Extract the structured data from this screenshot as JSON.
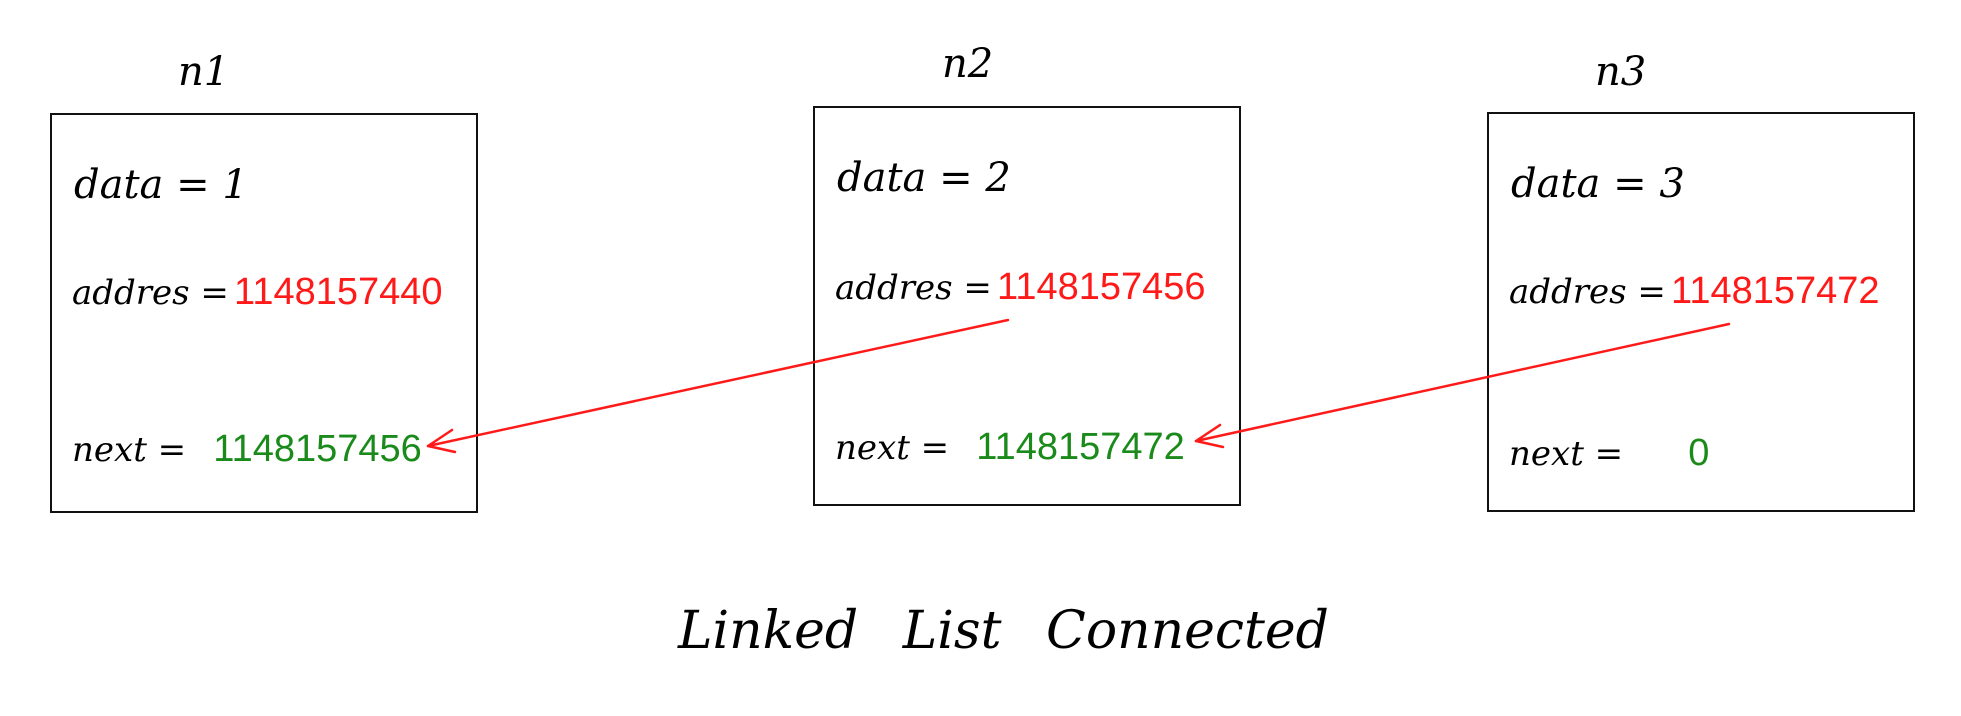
{
  "nodes": [
    {
      "label": "n1",
      "data_label": "data =",
      "data_value": "1",
      "address_label": "addres =",
      "address_value": "1148157440",
      "next_label": "next =",
      "next_value": "1148157456"
    },
    {
      "label": "n2",
      "data_label": "data =",
      "data_value": "2",
      "address_label": "addres =",
      "address_value": "1148157456",
      "next_label": "next =",
      "next_value": "1148157472"
    },
    {
      "label": "n3",
      "data_label": "data =",
      "data_value": "3",
      "address_label": "addres =",
      "address_value": "1148157472",
      "next_label": "next =",
      "next_value": "0"
    }
  ],
  "caption": "Linked List Connected",
  "colors": {
    "address": "#ff1a1a",
    "next": "#1a8a1a",
    "arrow": "#ff1a1a"
  }
}
